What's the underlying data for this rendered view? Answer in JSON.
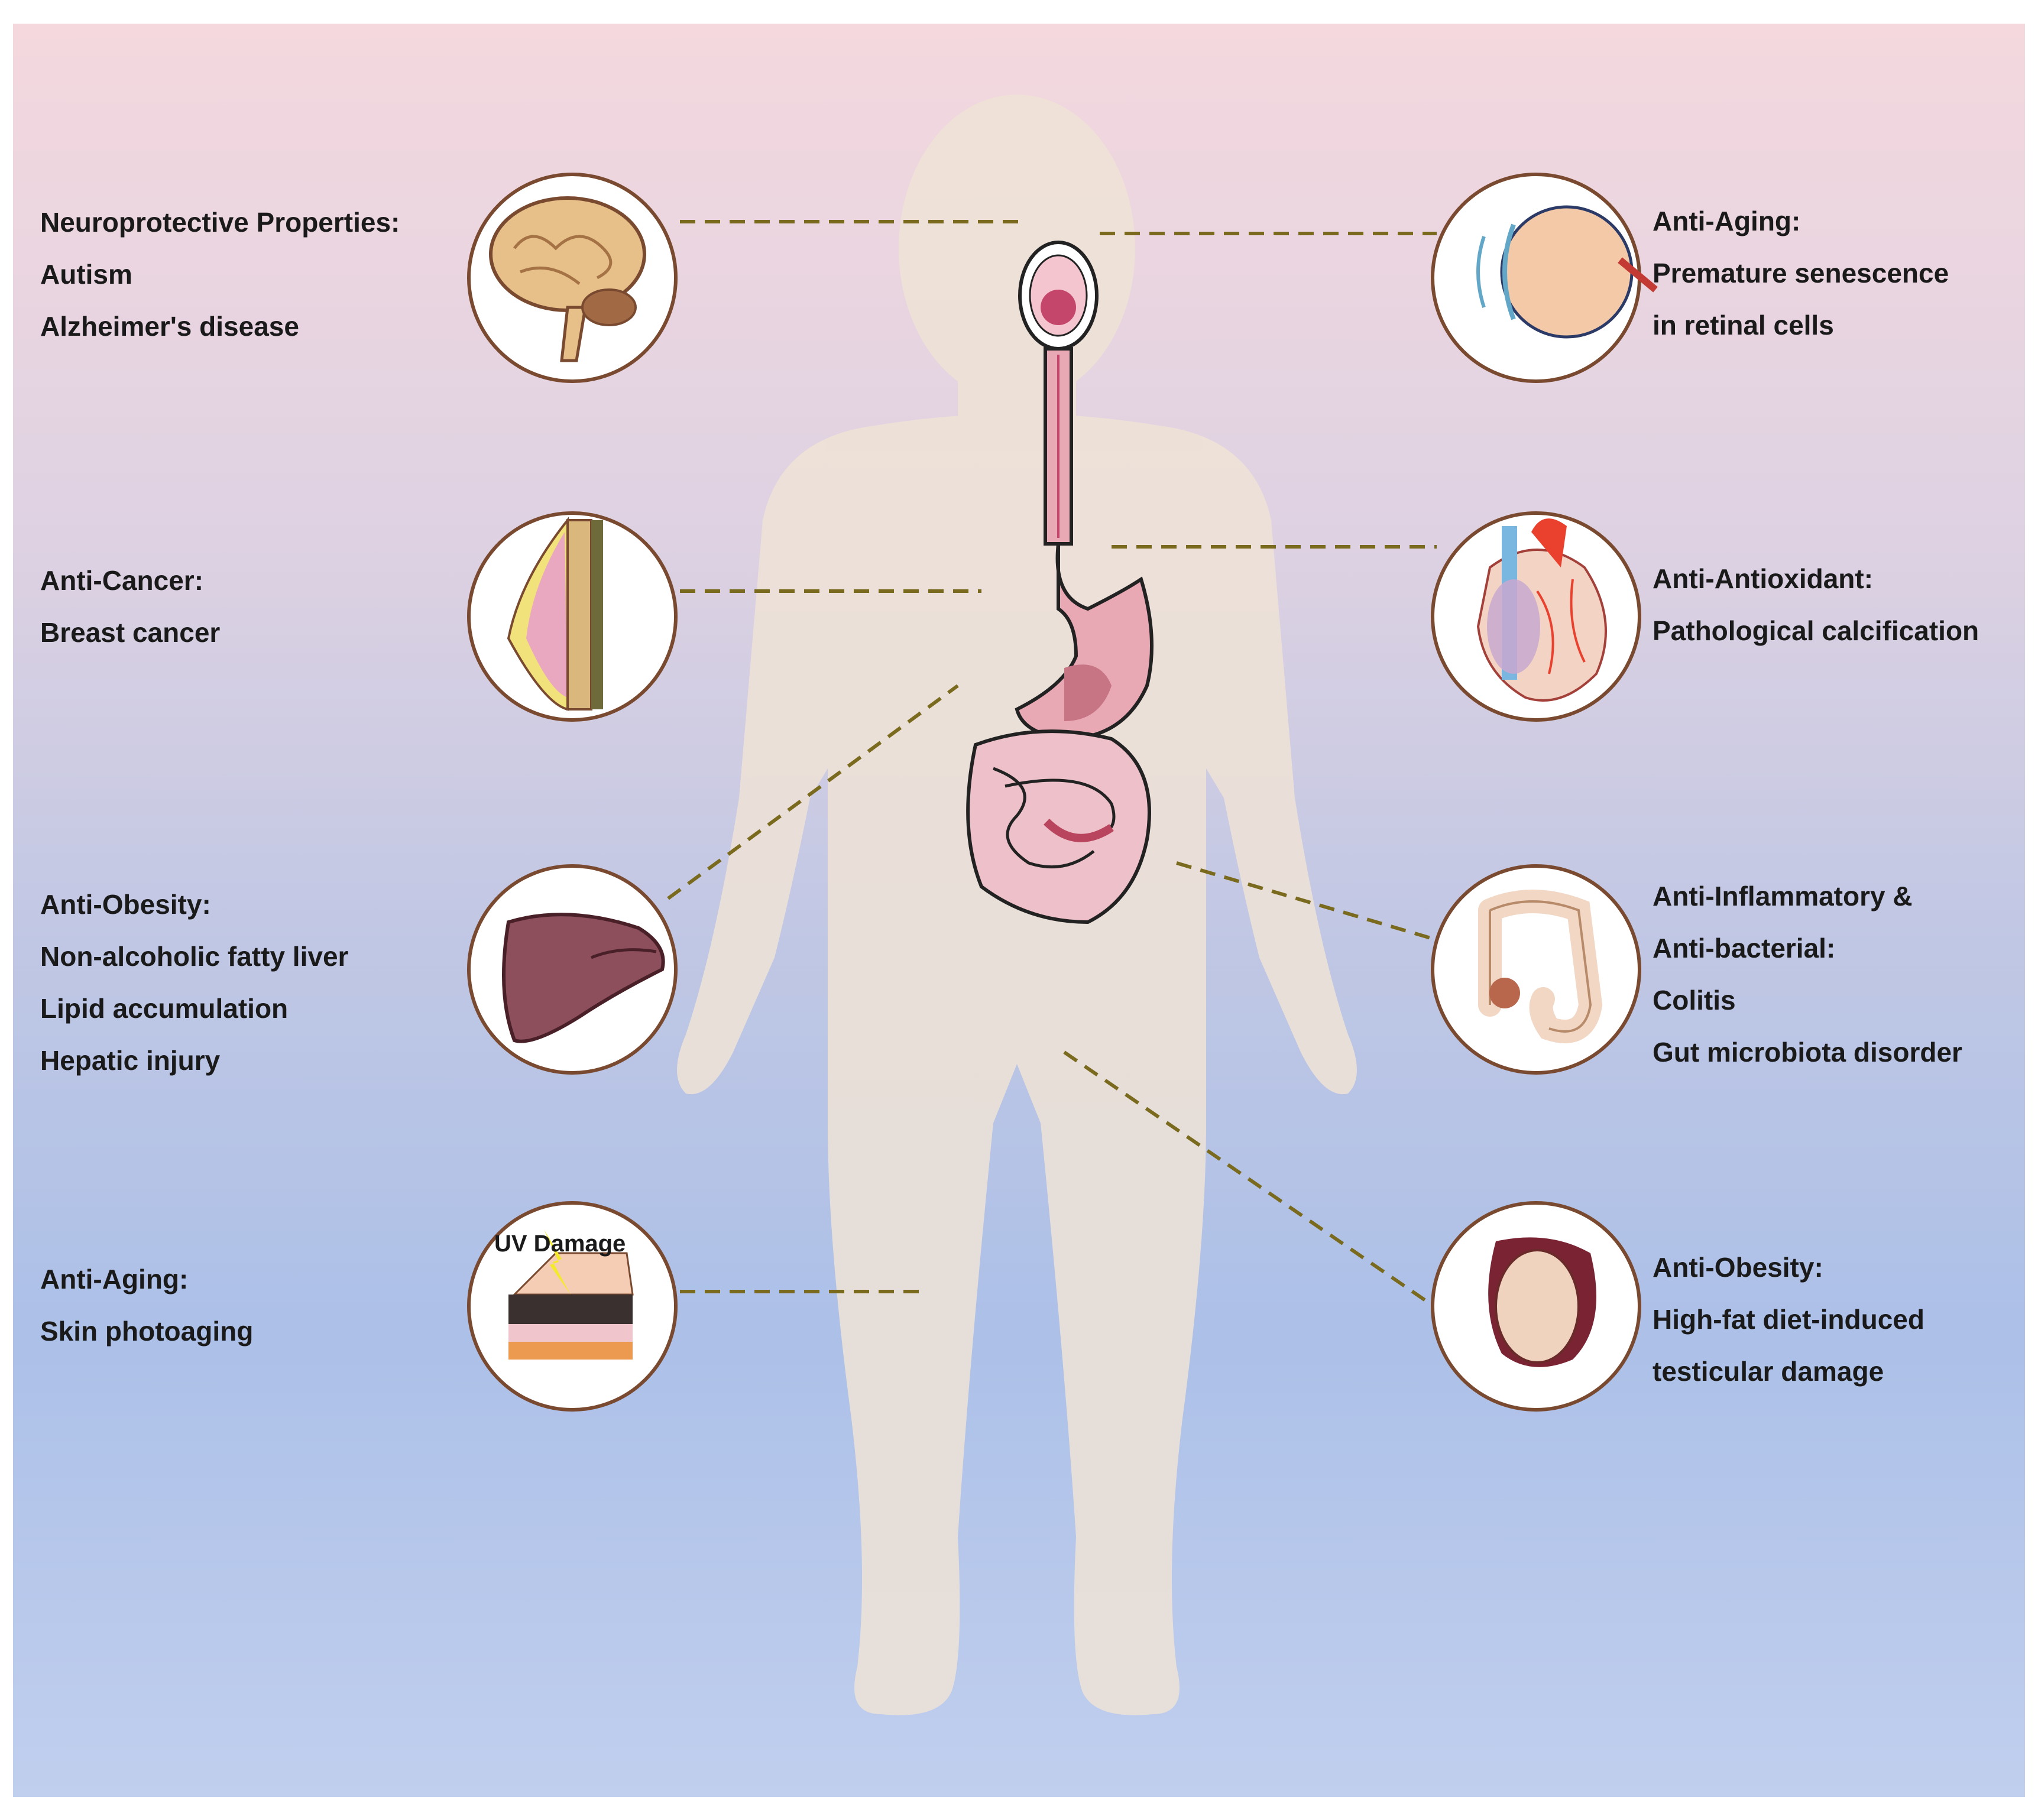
{
  "left_items": [
    {
      "id": "brain",
      "lines": [
        "Neuroprotective Properties:",
        "Autism",
        "Alzheimer's disease"
      ]
    },
    {
      "id": "breast",
      "lines": [
        "Anti-Cancer:",
        "Breast cancer"
      ]
    },
    {
      "id": "liver",
      "lines": [
        "Anti-Obesity:",
        "Non-alcoholic fatty liver",
        "Lipid accumulation",
        "Hepatic injury"
      ]
    },
    {
      "id": "skin",
      "lines": [
        "Anti-Aging:",
        "Skin photoaging"
      ]
    }
  ],
  "right_items": [
    {
      "id": "eye",
      "lines": [
        "Anti-Aging:",
        "Premature senescence",
        "in retinal cells"
      ]
    },
    {
      "id": "heart",
      "lines": [
        "Anti-Antioxidant:",
        "Pathological  calcification"
      ]
    },
    {
      "id": "colon",
      "lines": [
        "Anti-Inflammatory &",
        "Anti-bacterial:",
        "Colitis",
        "Gut microbiota disorder"
      ]
    },
    {
      "id": "testis",
      "lines": [
        "Anti-Obesity:",
        "High-fat diet-induced",
        "testicular damage"
      ]
    }
  ],
  "skin_icon_label": "UV Damage",
  "colors": {
    "connector": "#7a6a1e",
    "circle_border": "#7a4a30",
    "body_silhouette": "#efe3d6",
    "organ_pink": "#e8a9b4"
  }
}
